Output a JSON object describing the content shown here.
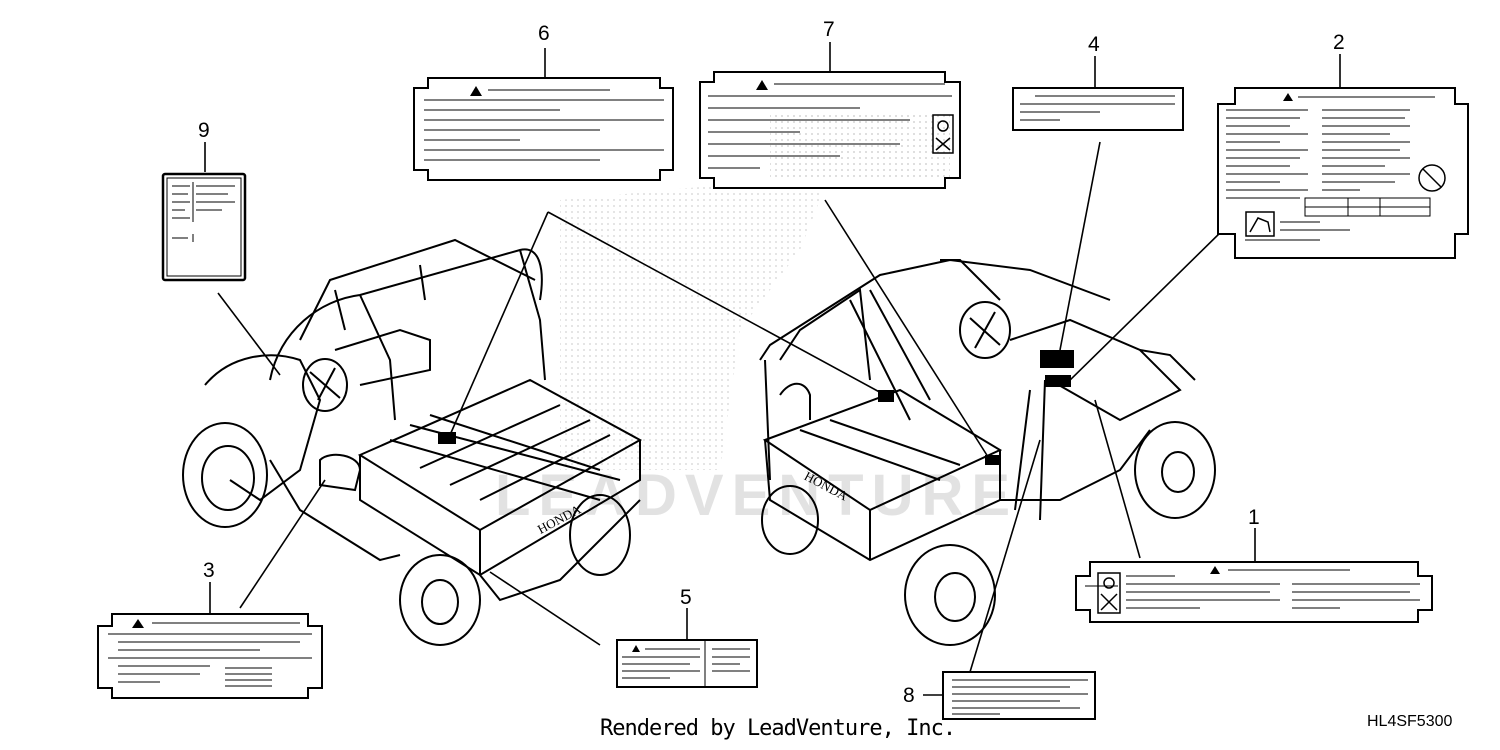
{
  "callouts": {
    "n1": "1",
    "n2": "2",
    "n3": "3",
    "n4": "4",
    "n5": "5",
    "n6": "6",
    "n7": "7",
    "n8": "8",
    "n9": "9"
  },
  "vehicle_markings": {
    "left_bed_brand": "HONDA",
    "right_bed_brand": "HONDA"
  },
  "watermark": "LEADVENTURE",
  "footer": {
    "rendered_by": "Rendered by LeadVenture, Inc."
  },
  "diagram_code": "HL4SF5300",
  "icons": [
    "warning-triangle-icon",
    "helmet-icon",
    "passenger-icon",
    "no-symbol-icon",
    "person-figure-icon"
  ],
  "colors": {
    "line": "#000000",
    "background": "#ffffff",
    "watermark": "#e2e2e2",
    "dots": "#c8c8c8"
  }
}
